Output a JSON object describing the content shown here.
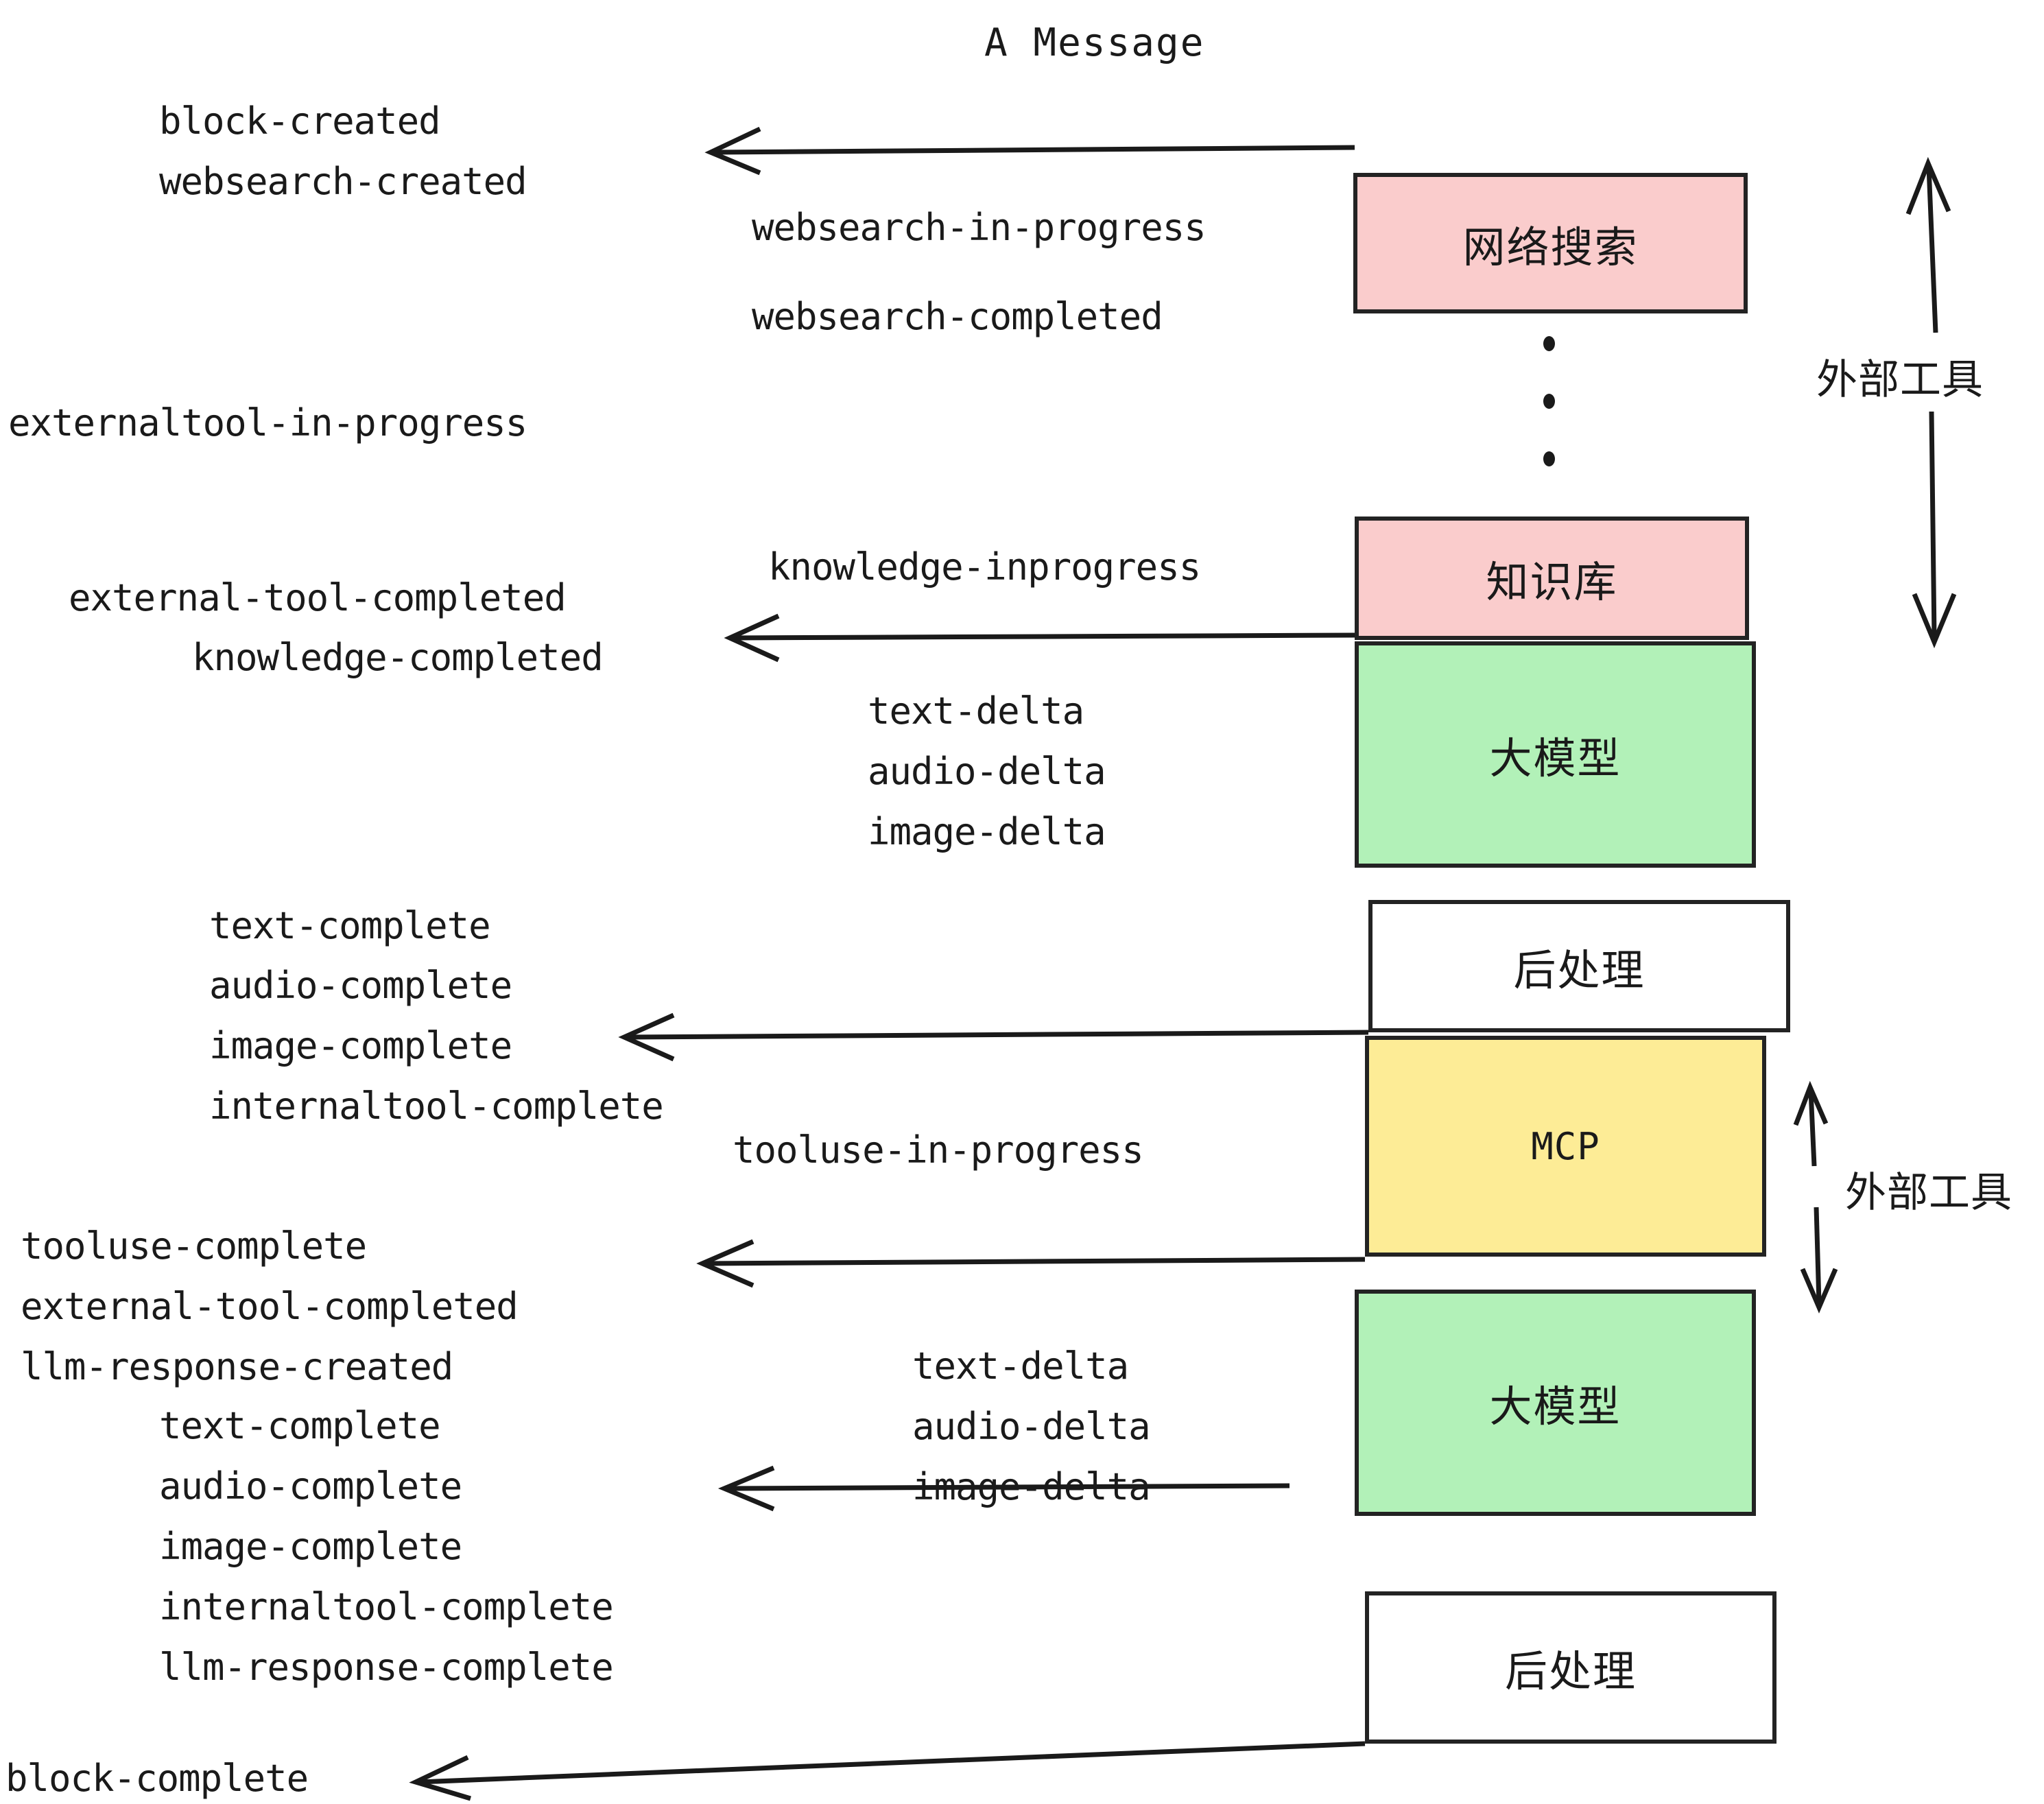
{
  "title": "A Message",
  "diagram": {
    "type": "sequence-flow",
    "colors": {
      "pink": "#FACCCC",
      "green": "#B2F1B8",
      "yellow": "#FDEC96",
      "white": "#FFFFFF",
      "stroke": "#232323",
      "text": "#1A1A1A",
      "background": "#FFFFFF"
    },
    "nodes": [
      {
        "id": "websearch",
        "label": "网络搜索",
        "fill": "#FACCCC",
        "script": "cjk"
      },
      {
        "id": "knowledge",
        "label": "知识库",
        "fill": "#FACCCC",
        "script": "cjk"
      },
      {
        "id": "llm-1",
        "label": "大模型",
        "fill": "#B2F1B8",
        "script": "cjk"
      },
      {
        "id": "postprocess-1",
        "label": "后处理",
        "fill": "#FFFFFF",
        "script": "cjk"
      },
      {
        "id": "mcp",
        "label": "MCP",
        "fill": "#FDEC96",
        "script": "ltn"
      },
      {
        "id": "llm-2",
        "label": "大模型",
        "fill": "#B2F1B8",
        "script": "cjk"
      },
      {
        "id": "postprocess-2",
        "label": "后处理",
        "fill": "#FFFFFF",
        "script": "cjk"
      }
    ],
    "side_labels": [
      {
        "id": "external-tool-top",
        "label": "外部工具"
      },
      {
        "id": "external-tool-bottom",
        "label": "外部工具"
      }
    ],
    "events": [
      {
        "id": "e01",
        "text": "block-created"
      },
      {
        "id": "e02",
        "text": "websearch-created"
      },
      {
        "id": "e03",
        "text": "websearch-in-progress"
      },
      {
        "id": "e04",
        "text": "websearch-completed"
      },
      {
        "id": "e05",
        "text": "externaltool-in-progress"
      },
      {
        "id": "e06",
        "text": "knowledge-inprogress"
      },
      {
        "id": "e07",
        "text": "external-tool-completed"
      },
      {
        "id": "e08",
        "text": "knowledge-completed"
      },
      {
        "id": "e09",
        "text": "text-delta"
      },
      {
        "id": "e10",
        "text": "audio-delta"
      },
      {
        "id": "e11",
        "text": "image-delta"
      },
      {
        "id": "e12",
        "text": "text-complete"
      },
      {
        "id": "e13",
        "text": "audio-complete"
      },
      {
        "id": "e14",
        "text": "image-complete"
      },
      {
        "id": "e15",
        "text": "internaltool-complete"
      },
      {
        "id": "e16",
        "text": "tooluse-in-progress"
      },
      {
        "id": "e17",
        "text": "tooluse-complete"
      },
      {
        "id": "e18",
        "text": "external-tool-completed"
      },
      {
        "id": "e19",
        "text": "llm-response-created"
      },
      {
        "id": "e20",
        "text": "text-complete"
      },
      {
        "id": "e21",
        "text": "audio-complete"
      },
      {
        "id": "e22",
        "text": "image-complete"
      },
      {
        "id": "e23",
        "text": "internaltool-complete"
      },
      {
        "id": "e24",
        "text": "llm-response-complete"
      },
      {
        "id": "e25",
        "text": "text-delta"
      },
      {
        "id": "e26",
        "text": "audio-delta"
      },
      {
        "id": "e27",
        "text": "image-delta"
      },
      {
        "id": "e28",
        "text": "block-complete"
      }
    ]
  }
}
